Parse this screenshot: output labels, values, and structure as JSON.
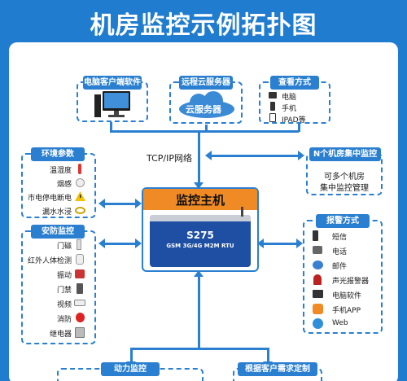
{
  "title": "机房监控示例拓扑图",
  "top_boxes": {
    "pc_client": {
      "title": "电脑客户端软件"
    },
    "cloud": {
      "title": "远程云服务器",
      "cloud_label": "云服务器"
    },
    "view": {
      "title": "查看方式",
      "items": [
        "电脑",
        "手机",
        "IPAD等"
      ]
    }
  },
  "network_label": "TCP/IP网络",
  "n_rooms": {
    "title": "N个机房集中监控",
    "line1": "可多个机房",
    "line2": "集中监控管理"
  },
  "env": {
    "title": "环境参数",
    "items": [
      "温湿度",
      "烟感",
      "市电停电断电",
      "漏水水浸"
    ]
  },
  "security": {
    "title": "安防监控",
    "items": [
      "门磁",
      "红外人体检测",
      "振动",
      "门禁",
      "视频",
      "消防",
      "继电器"
    ]
  },
  "host": {
    "title": "监控主机",
    "device_model": "S275",
    "device_sub": "GSM 3G/4G M2M RTU"
  },
  "alarm": {
    "title": "报警方式",
    "items": [
      "短信",
      "电话",
      "邮件",
      "声光报警器",
      "电脑软件",
      "手机APP",
      "Web"
    ]
  },
  "bottom": {
    "power": "动力监控",
    "custom": "根据客户需求定制"
  },
  "colors": {
    "background": "#1f7ccf",
    "accent": "#2a7fd0",
    "host_header": "#f08a24"
  }
}
